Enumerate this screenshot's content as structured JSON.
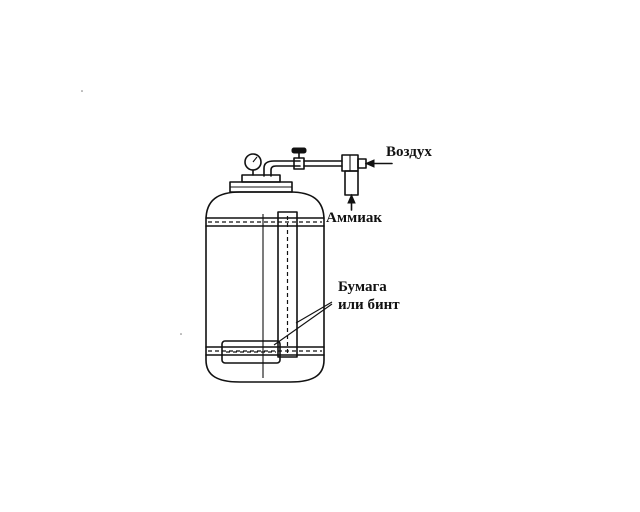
{
  "labels": {
    "air": "Воздух",
    "ammonia": "Аммиак",
    "paper_line1": "Бумага",
    "paper_line2": "или бинт"
  }
}
